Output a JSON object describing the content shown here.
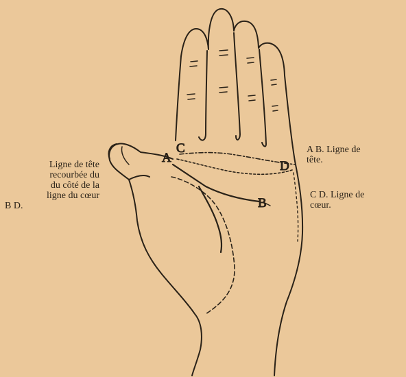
{
  "captions": {
    "left": [
      "Ligne de tête",
      "recourbée du",
      "du côté de la",
      "ligne du cœur",
      "B D."
    ],
    "ab": [
      "A B. Ligne de",
      "tête."
    ],
    "cd": [
      "C D. Ligne de",
      "cœur."
    ]
  },
  "letters": {
    "a": "A",
    "b": "B",
    "c": "C",
    "d": "D"
  },
  "colors": {
    "paper": "#ebc89a",
    "ink": "#2a2218"
  }
}
